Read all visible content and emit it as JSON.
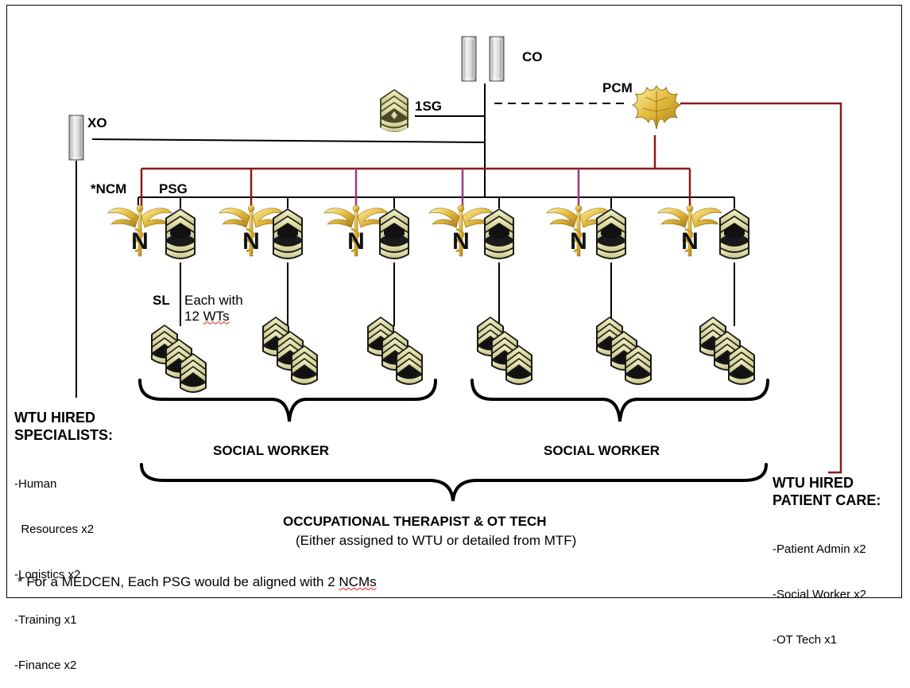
{
  "roles": {
    "co": "CO",
    "xo": "XO",
    "pcm": "PCM",
    "first_sergeant": "1SG",
    "ncm": "*NCM",
    "psg": "PSG",
    "sl": "SL"
  },
  "squad_note": [
    "Each with",
    "12 ",
    "WTs"
  ],
  "groups": {
    "social_worker_left": "SOCIAL WORKER",
    "social_worker_right": "SOCIAL WORKER",
    "occupational_title": "OCCUPATIONAL THERAPIST & OT TECH",
    "occupational_subtitle": "(Either assigned to WTU or detailed from MTF)"
  },
  "specialists": {
    "title_line1": "WTU HIRED",
    "title_line2": "SPECIALISTS:",
    "items": [
      "-Human",
      "  Resources x2",
      "-Logistics x2",
      "-Training x1",
      "-Finance x2"
    ]
  },
  "patient_care": {
    "title_line1": "WTU HIRED",
    "title_line2": "PATIENT CARE:",
    "items": [
      "-Patient Admin x2",
      "-Social Worker x2",
      "-OT Tech x1"
    ]
  },
  "footnote": [
    "* For a MEDCEN, Each PSG would be aligned with 2 ",
    "NCMs"
  ],
  "colors": {
    "line": "#000000",
    "red_line": "#8b1a1a",
    "purple_line": "#9b3a7a",
    "insignia_gold": "#e9d35a",
    "insignia_dark": "#5a5a2a"
  },
  "icons": [
    "nurse-corps-insignia",
    "sergeant-first-class-insignia",
    "first-sergeant-insignia",
    "staff-sergeant-insignia",
    "captain-bars-insignia",
    "lieutenant-bar-insignia",
    "major-oak-leaf-insignia"
  ]
}
